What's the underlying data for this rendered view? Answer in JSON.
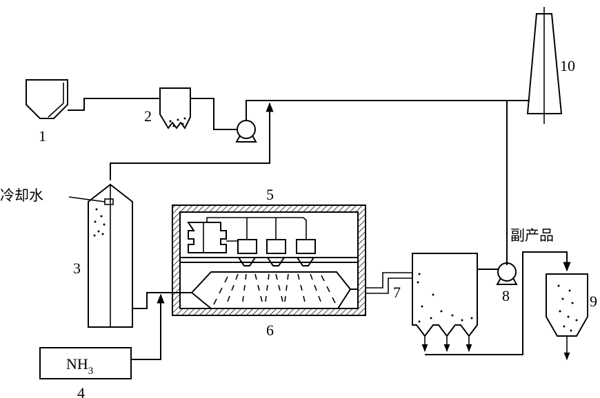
{
  "labels": {
    "n1": "1",
    "n2": "2",
    "n3": "3",
    "n4": "4",
    "n5": "5",
    "n6": "6",
    "n7": "7",
    "n8": "8",
    "n9": "9",
    "n10": "10",
    "cooling_water": "冷却水",
    "byproduct": "副产品",
    "nh3_main": "NH",
    "nh3_sub": "3"
  }
}
